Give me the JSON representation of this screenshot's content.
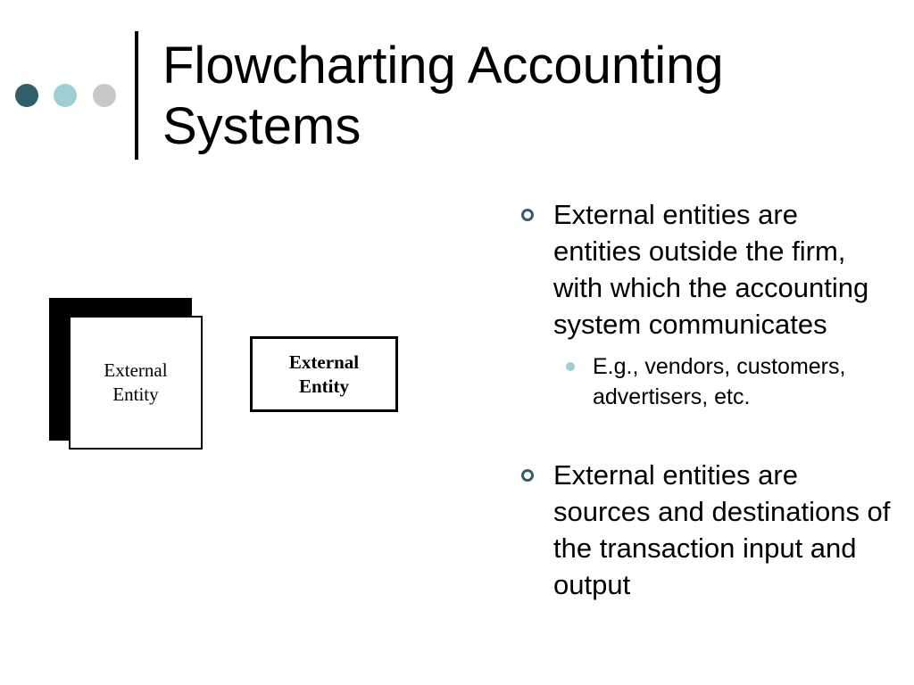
{
  "slide": {
    "title_lines": [
      "Flowcharting Accounting",
      "Systems"
    ],
    "decor_colors": [
      "#2f5f6b",
      "#9dcfd3",
      "#c8c8c8"
    ]
  },
  "diagram": {
    "shadowed_symbol": {
      "lines": [
        "External",
        "Entity"
      ]
    },
    "bold_symbol": {
      "lines": [
        "External",
        "Entity"
      ]
    }
  },
  "bullets": [
    {
      "text": "External entities are entities outside the firm, with which the accounting system communicates",
      "sub": [
        "E.g., vendors, customers, advertisers, etc."
      ]
    },
    {
      "text": "External entities are sources and destinations of the transaction input and output",
      "sub": []
    }
  ],
  "colors": {
    "bullet_marker": "#2f5f6b",
    "sub_bullet_marker": "#9dcfd3"
  }
}
